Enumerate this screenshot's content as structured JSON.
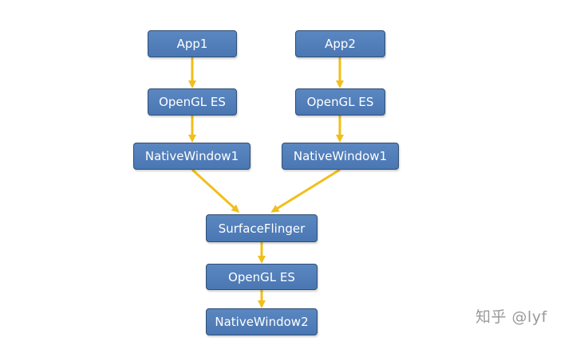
{
  "diagram": {
    "nodes": {
      "app1": "App1",
      "app2": "App2",
      "gles_left": "OpenGL ES",
      "gles_right": "OpenGL ES",
      "nativewindow_left": "NativeWindow1",
      "nativewindow_right": "NativeWindow1",
      "surfaceflinger": "SurfaceFlinger",
      "gles_bottom": "OpenGL ES",
      "nativewindow2": "NativeWindow2"
    },
    "edges": [
      [
        "app1",
        "gles_left"
      ],
      [
        "gles_left",
        "nativewindow_left"
      ],
      [
        "app2",
        "gles_right"
      ],
      [
        "gles_right",
        "nativewindow_right"
      ],
      [
        "nativewindow_left",
        "surfaceflinger"
      ],
      [
        "nativewindow_right",
        "surfaceflinger"
      ],
      [
        "surfaceflinger",
        "gles_bottom"
      ],
      [
        "gles_bottom",
        "nativewindow2"
      ]
    ],
    "colors": {
      "node_fill": "#4f7dba",
      "node_border": "#2f4e73",
      "node_text": "#ffffff",
      "arrow": "#f2be1a"
    }
  },
  "watermark": "知乎 @lyf"
}
